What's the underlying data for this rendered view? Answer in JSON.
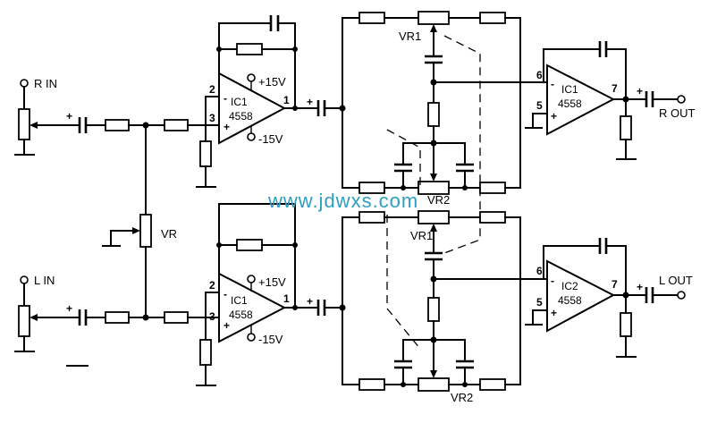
{
  "labels": {
    "r_in": "R IN",
    "l_in": "L IN",
    "r_out": "R OUT",
    "l_out": "L OUT",
    "vr": "VR",
    "vr1": "VR1",
    "vr2": "VR2",
    "ic1": "IC1",
    "ic2": "IC2",
    "chip": "4558",
    "vplus": "+15V",
    "vminus": "-15V",
    "pin1": "1",
    "pin2": "2",
    "pin3": "3",
    "pin5": "5",
    "pin6": "6",
    "pin7": "7",
    "plus": "+",
    "minus": "-"
  },
  "watermark": "www.jdwxs.com",
  "colors": {
    "ink": "#000000",
    "watermark": "#2f9ec0",
    "background": "#ffffff"
  }
}
